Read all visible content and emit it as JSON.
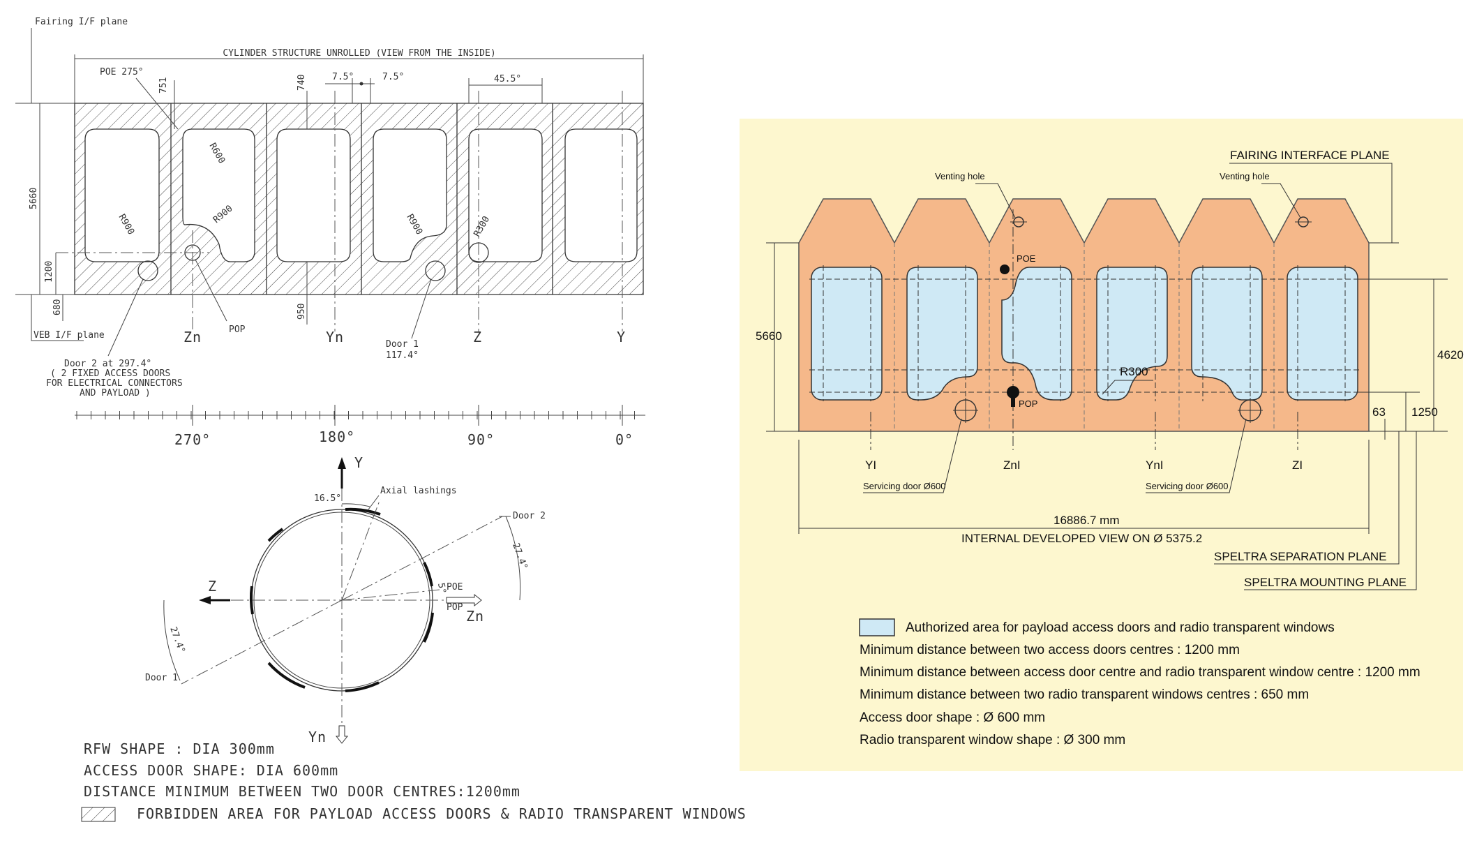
{
  "left": {
    "fairing_if": "Fairing I/F plane",
    "title": "CYLINDER STRUCTURE UNROLLED (VIEW FROM THE INSIDE)",
    "poe_angle": "POE 275°",
    "dim_751": "751",
    "dim_740": "740",
    "dim_75a": "7.5°",
    "dim_75b": "7.5°",
    "dim_455": "45.5°",
    "dim_5660": "5660",
    "dim_1200": "1200",
    "dim_680": "680",
    "dim_950": "950",
    "veb_if": "VEB I/F plane",
    "r600": "R600",
    "r900a": "R900",
    "r900b": "R900",
    "r900c": "R900",
    "r300": "R300",
    "pop": "POP",
    "axis_zn": "Zn",
    "axis_yn": "Yn",
    "axis_z": "Z",
    "axis_y": "Y",
    "door1": "Door 1",
    "door1_angle": "117.4°",
    "door2_note": [
      "Door 2 at 297.4°",
      "( 2 FIXED ACCESS DOORS",
      "FOR ELECTRICAL CONNECTORS",
      "AND PAYLOAD )"
    ],
    "scale": [
      "270°",
      "180°",
      "90°",
      "0°"
    ],
    "circle": {
      "y": "Y",
      "z": "Z",
      "zn": "Zn",
      "yn": "Yn",
      "angle_165": "16.5°",
      "axial": "Axial lashings",
      "door2": "Door 2",
      "door1": "Door 1",
      "angle_274a": "27.4°",
      "angle_274b": "27.4°",
      "angle_5": "5°",
      "poe": "POE",
      "pop": "POP"
    },
    "notes": [
      "RFW SHAPE : DIA 300mm",
      "ACCESS DOOR SHAPE: DIA 600mm",
      "DISTANCE MINIMUM BETWEEN TWO DOOR CENTRES:1200mm"
    ],
    "legend": "FORBIDDEN AREA FOR PAYLOAD ACCESS DOORS & RADIO TRANSPARENT WINDOWS"
  },
  "right": {
    "colors": {
      "panel": "#fdf7cf",
      "body": "#f5b88a",
      "window": "#cfe9f5"
    },
    "fairing_plane": "FAIRING INTERFACE PLANE",
    "venting1": "Venting hole",
    "venting2": "Venting hole",
    "poe": "POE",
    "pop": "POP",
    "r300": "R300",
    "dim_5660": "5660",
    "dim_4620": "4620",
    "dim_63": "63",
    "dim_1250": "1250",
    "axes": [
      "YI",
      "ZnI",
      "YnI",
      "ZI"
    ],
    "serv1": "Servicing door Ø600",
    "serv2": "Servicing door Ø600",
    "length": "16886.7 mm",
    "developed": "INTERNAL DEVELOPED VIEW ON  Ø 5375.2",
    "separation": "SPELTRA SEPARATION PLANE",
    "mounting": "SPELTRA MOUNTING PLANE",
    "legend": "Authorized area for payload access doors and radio transparent windows",
    "notes": [
      "Minimum distance between two access doors centres : 1200 mm",
      "Minimum distance between access door centre and radio transparent window centre : 1200 mm",
      "Minimum distance between two radio transparent windows centres : 650 mm",
      "Access door shape : Ø 600 mm",
      "Radio transparent window shape : Ø 300 mm"
    ]
  }
}
